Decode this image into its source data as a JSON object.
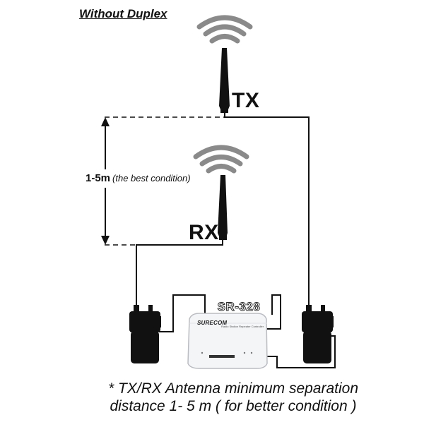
{
  "title": "Without Duplex",
  "antennas": {
    "tx_label": "TX",
    "rx_label": "RX"
  },
  "separation": {
    "value": "1-5m",
    "condition": "(the best condition)"
  },
  "device": {
    "model": "SR-328",
    "brand": "SURECOM",
    "subtitle": "Radio Station Repeater Controller"
  },
  "note": {
    "line1": "* TX/RX Antenna minimum separation",
    "line2": "distance 1- 5 m ( for better condition )"
  },
  "colors": {
    "line": "#111111",
    "signal": "#8a8a8a",
    "device_body": "#f4f5f7"
  }
}
